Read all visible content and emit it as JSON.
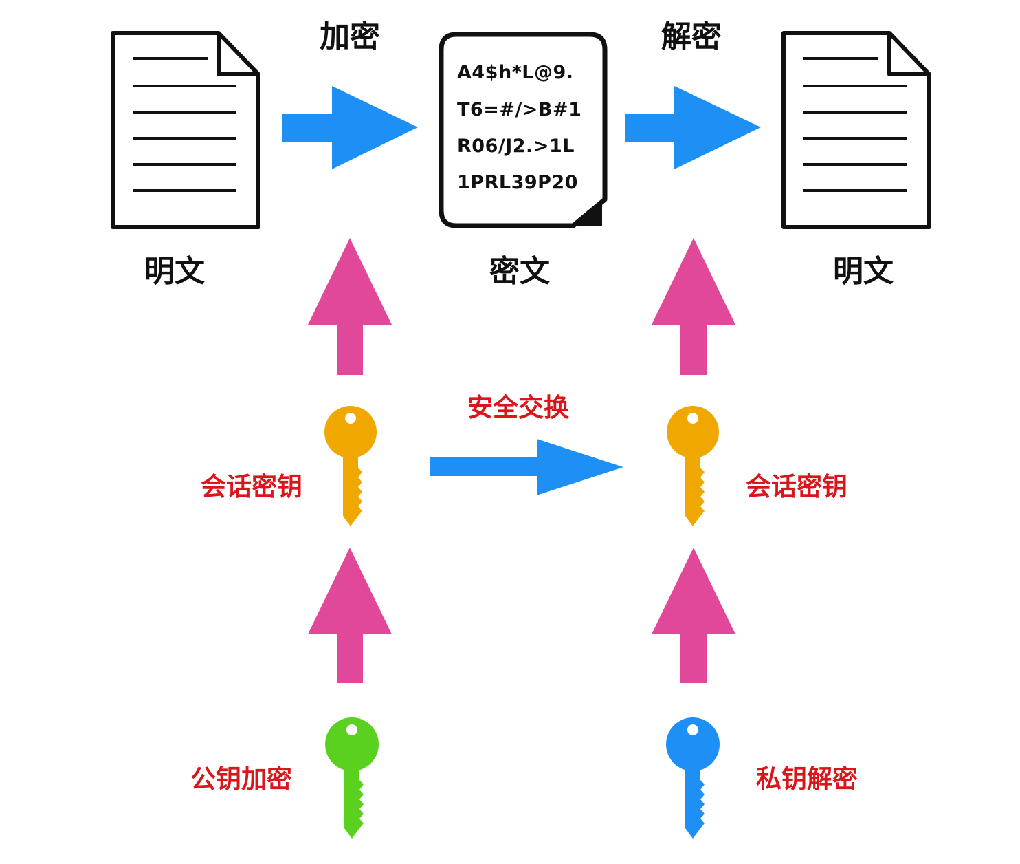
{
  "labels": {
    "encrypt": "加密",
    "decrypt": "解密",
    "plaintext_left": "明文",
    "ciphertext": "密文",
    "plaintext_right": "明文",
    "secure_exchange": "安全交换",
    "session_key_left": "会话密钥",
    "session_key_right": "会话密钥",
    "public_key_encrypt": "公钥加密",
    "private_key_decrypt": "私钥解密"
  },
  "ciphertext_lines": [
    "A4$h*L@9.",
    "T6=#/>B#1",
    "R06/J2.>1L",
    "1PRL39P20"
  ],
  "colors": {
    "blue_arrow": "#1e90f5",
    "pink_arrow": "#e1489a",
    "session_key": "#f0a800",
    "public_key": "#5ad11e",
    "private_key": "#1e90f5",
    "label_red": "#d9161c"
  },
  "icons": {
    "documents": [
      "document-icon",
      "cipher-document-icon",
      "document-icon"
    ],
    "keys": [
      "session-key-icon",
      "public-key-icon",
      "private-key-icon"
    ]
  }
}
